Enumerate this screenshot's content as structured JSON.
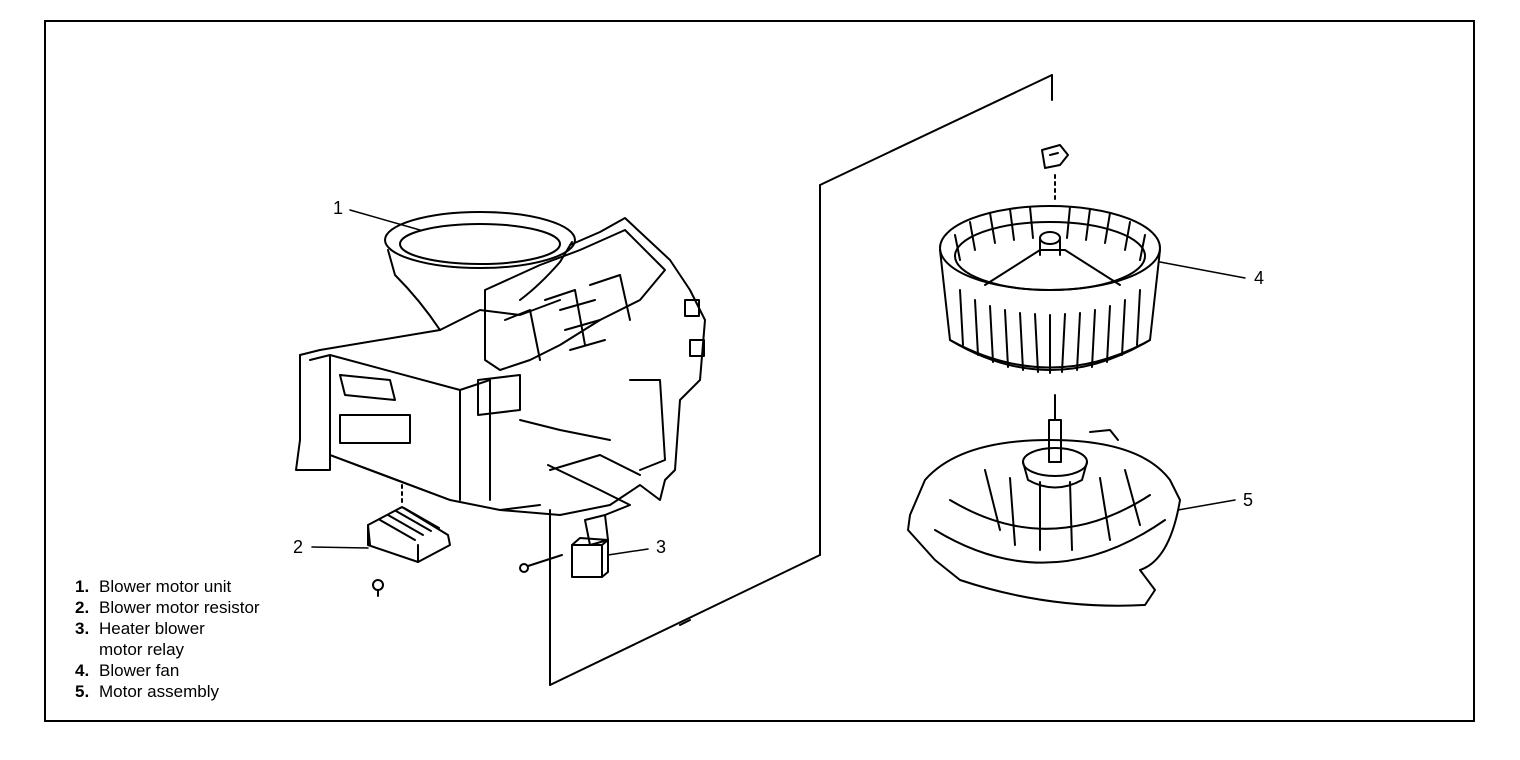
{
  "callouts": {
    "c1": "1",
    "c2": "2",
    "c3": "3",
    "c4": "4",
    "c5": "5"
  },
  "legend": [
    {
      "num": "1.",
      "text": "Blower motor unit"
    },
    {
      "num": "2.",
      "text": "Blower motor resistor"
    },
    {
      "num": "3.",
      "text": "Heater blower"
    },
    {
      "num": "",
      "text": "motor relay"
    },
    {
      "num": "4.",
      "text": "Blower fan"
    },
    {
      "num": "5.",
      "text": "Motor assembly"
    }
  ]
}
